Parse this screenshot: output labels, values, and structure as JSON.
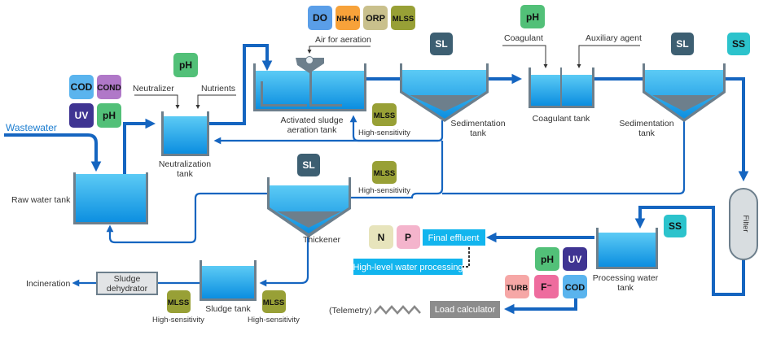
{
  "diagram": {
    "inputs": {
      "wastewater": "Wastewater"
    },
    "tanks": {
      "raw_water": "Raw water tank",
      "neutralization": [
        "Neutralization",
        "tank"
      ],
      "aeration": [
        "Activated sludge",
        "aeration tank"
      ],
      "sedimentation1": [
        "Sedimentation",
        "tank"
      ],
      "coagulant": "Coagulant tank",
      "sedimentation2": [
        "Sedimentation",
        "tank"
      ],
      "thickener": "Thickener",
      "processing": [
        "Processing water",
        "tank"
      ],
      "sludge": "Sludge tank",
      "filter": "Filter"
    },
    "additives": {
      "neutralizer": "Neutralizer",
      "nutrients": "Nutrients",
      "air": "Air for aeration",
      "coagulant": "Coagulant",
      "auxiliary": "Auxiliary agent"
    },
    "boxes": {
      "final_effluent": "Final effluent",
      "high_level": "High-level water processing",
      "load_calculator": "Load calculator",
      "dehydrator": [
        "Sludge",
        "dehydrator"
      ]
    },
    "outputs": {
      "incineration": "Incineration",
      "telemetry": "(Telemetry)"
    },
    "notes": {
      "high_sensitivity": "High-sensitivity"
    },
    "badges": {
      "raw": [
        "COD",
        "COND",
        "UV",
        "pH"
      ],
      "neutral": "pH",
      "aeration": [
        "DO",
        "NH4-N",
        "ORP",
        "MLSS"
      ],
      "return_mlss": "MLSS",
      "sed1": "SL",
      "coag": "pH",
      "sed2": "SL",
      "sed2_ss": "SS",
      "thickener_sl": "SL",
      "thickener_mlss": "MLSS",
      "effluent": [
        "N",
        "P"
      ],
      "processing_ss": "SS",
      "processing": [
        "pH",
        "UV",
        "TURB",
        "F⁻",
        "COD"
      ],
      "sludge_mlss": [
        "MLSS",
        "MLSS"
      ]
    },
    "colors": {
      "flow": "#1565c0",
      "water": "#29a9ea",
      "wall": "#6d7f8c",
      "cyan_box": "#12b5ee",
      "gray_box": "#8c8c8c"
    }
  }
}
